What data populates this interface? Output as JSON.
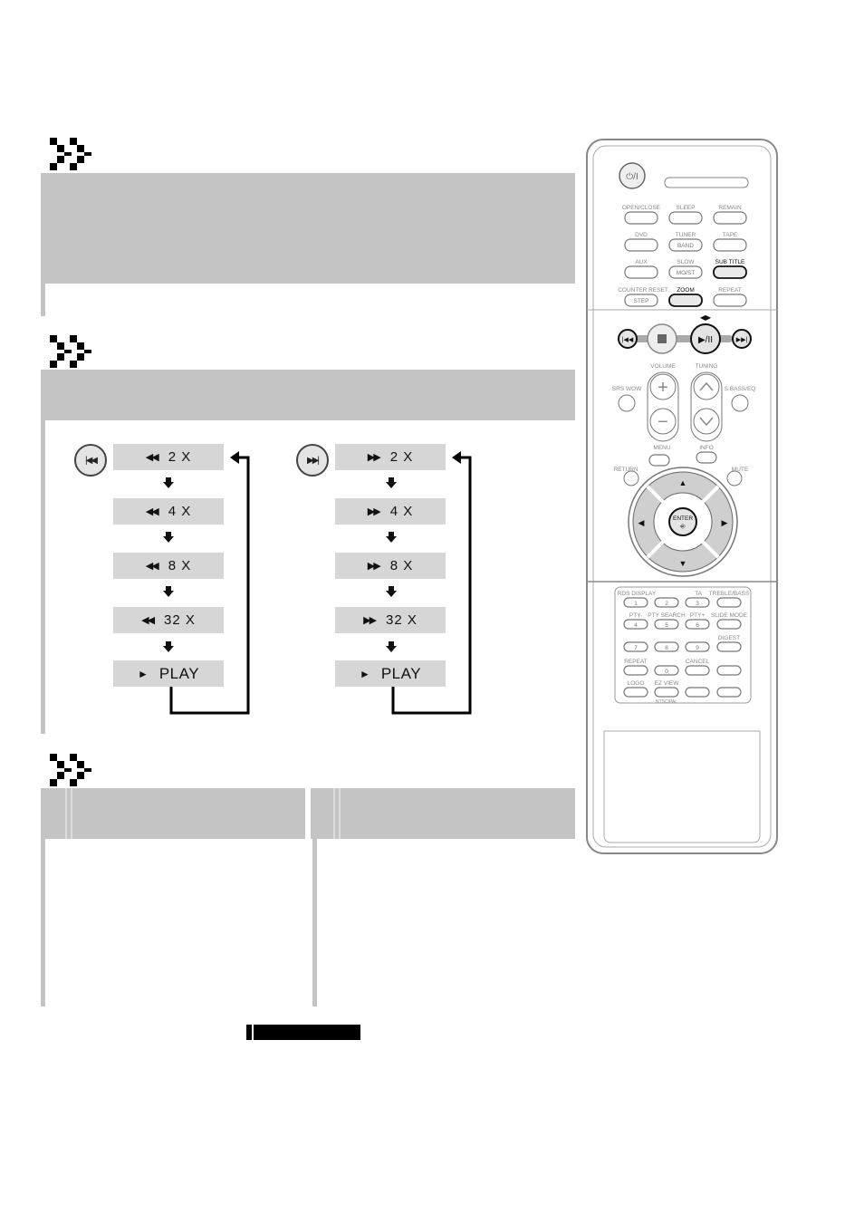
{
  "section2": {
    "reverse_steps": [
      {
        "symbol": "◀◀",
        "label": "2 X"
      },
      {
        "symbol": "◀◀",
        "label": "4 X"
      },
      {
        "symbol": "◀◀",
        "label": "8 X"
      },
      {
        "symbol": "◀◀",
        "label": "32 X"
      },
      {
        "symbol": "►",
        "label": "PLAY"
      }
    ],
    "forward_steps": [
      {
        "symbol": "▶▶",
        "label": "2 X"
      },
      {
        "symbol": "▶▶",
        "label": "4 X"
      },
      {
        "symbol": "▶▶",
        "label": "8 X"
      },
      {
        "symbol": "▶▶",
        "label": "32 X"
      },
      {
        "symbol": "►",
        "label": "PLAY"
      }
    ],
    "reverse_button_symbol": "|◀◀",
    "forward_button_symbol": "▶▶|"
  },
  "remote": {
    "row1": [
      "OPEN/CLOSE",
      "SLEEP",
      "REMAIN"
    ],
    "row2": [
      "DVD",
      "TUNER",
      "TAPE"
    ],
    "row2_inner": [
      "",
      "BAND",
      ""
    ],
    "row3": [
      "AUX",
      "SLOW",
      "SUB TITLE"
    ],
    "row3_inner": [
      "",
      "MO/ST",
      ""
    ],
    "row4": [
      "COUNTER RESET",
      "ZOOM",
      "REPEAT"
    ],
    "row4_inner": [
      "STEP",
      "",
      ""
    ],
    "volume": "VOLUME",
    "tuning": "TUNING",
    "srs_wow": "SRS WOW",
    "sbass_eq": "S.BASS/EQ",
    "menu": "MENU",
    "info": "INFO",
    "return": "RETURN",
    "mute": "MUTE",
    "enter": "ENTER",
    "keypad_labels": [
      "RDS DISPLAY",
      "TA",
      "TREBLE/BASS",
      "PTY-",
      "PTY SEARCH",
      "PTY+",
      "SLIDE MODE",
      "",
      "",
      "DIGEST",
      "REPEAT",
      "",
      "CANCEL",
      "LOGO",
      "EZ VIEW",
      "",
      ""
    ],
    "keypad_digits": [
      "1",
      "2",
      "3",
      "",
      "4",
      "5",
      "6",
      "",
      "7",
      "8",
      "9",
      "",
      "",
      "0",
      "",
      "",
      "",
      "",
      "",
      ""
    ],
    "ntsc_pal": "NTSC/PAL"
  }
}
